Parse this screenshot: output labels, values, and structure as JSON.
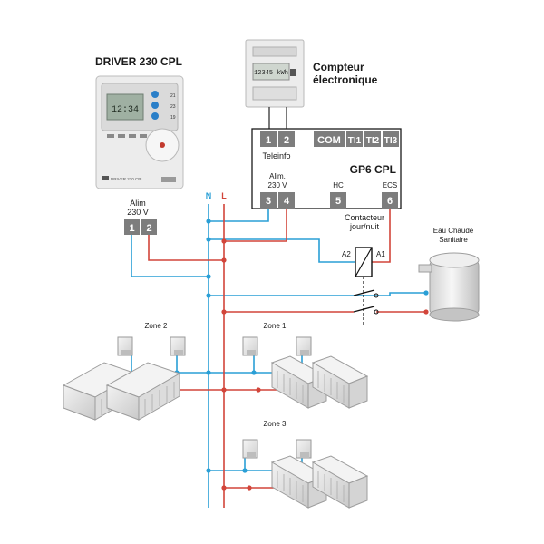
{
  "thermostat": {
    "title": "DRIVER 230 CPL",
    "display_value": "12:34",
    "side_labels": [
      "21",
      "23",
      "19"
    ],
    "bottom_label": "DRIVER 230 CPL"
  },
  "meter": {
    "title_line1": "Compteur",
    "title_line2": "électronique",
    "display": "12345 kWh"
  },
  "gp6": {
    "title": "GP6 CPL",
    "terminals_top": [
      "1",
      "2",
      "COM",
      "TI1",
      "TI2",
      "TI3"
    ],
    "teleinfo_label": "Teleinfo",
    "alim_label_line1": "Alim.",
    "alim_label_line2": "230 V",
    "hc_label": "HC",
    "ecs_label": "ECS",
    "terminals_bottom": [
      "3",
      "4",
      "5",
      "6"
    ]
  },
  "alim": {
    "label_line1": "Alim",
    "label_line2": "230 V",
    "terminals": [
      "1",
      "2"
    ]
  },
  "bus": {
    "neutral_label": "N",
    "line_label": "L"
  },
  "contactor": {
    "label_line1": "Contacteur",
    "label_line2": "jour/nuit",
    "a2": "A2",
    "a1": "A1"
  },
  "water_heater": {
    "label_line1": "Eau Chaude",
    "label_line2": "Sanitaire"
  },
  "zones": {
    "zone1": "Zone 1",
    "zone2": "Zone 2",
    "zone3": "Zone 3"
  },
  "colors": {
    "blue_wire": "#2a9fd6",
    "red_wire": "#d2453a",
    "terminal": "#7d7d7d",
    "device_body": "#e4e4e4"
  }
}
